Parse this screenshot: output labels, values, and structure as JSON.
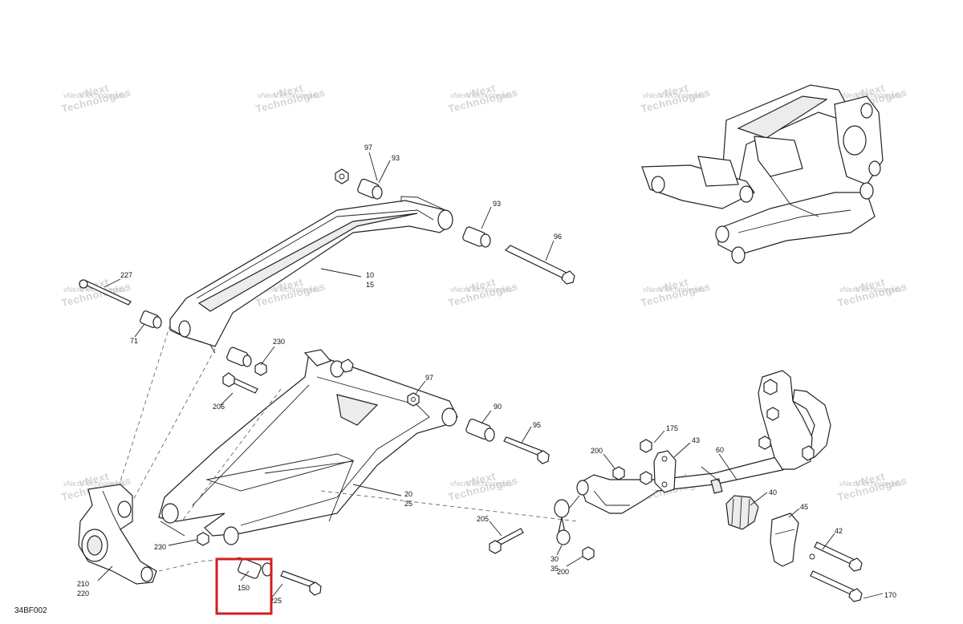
{
  "watermark": {
    "line1": "vNext",
    "line2": "Technologies",
    "line3": "vNext Technologies"
  },
  "diagram_code": "34BF002",
  "callouts": [
    {
      "id": "c97a",
      "text": "97"
    },
    {
      "id": "c93a",
      "text": "93"
    },
    {
      "id": "c93b",
      "text": "93"
    },
    {
      "id": "c96",
      "text": "96"
    },
    {
      "id": "c227",
      "text": "227"
    },
    {
      "id": "c71",
      "text": "71"
    },
    {
      "id": "c10",
      "text": "10"
    },
    {
      "id": "c15",
      "text": "15"
    },
    {
      "id": "c230a",
      "text": "230"
    },
    {
      "id": "c206",
      "text": "206"
    },
    {
      "id": "c97b",
      "text": "97"
    },
    {
      "id": "c90",
      "text": "90"
    },
    {
      "id": "c95",
      "text": "95"
    },
    {
      "id": "c175",
      "text": "175"
    },
    {
      "id": "c43",
      "text": "43"
    },
    {
      "id": "c200a",
      "text": "200"
    },
    {
      "id": "c60",
      "text": "60"
    },
    {
      "id": "c20",
      "text": "20"
    },
    {
      "id": "c25",
      "text": "25"
    },
    {
      "id": "c40",
      "text": "40"
    },
    {
      "id": "c45",
      "text": "45"
    },
    {
      "id": "c205",
      "text": "205"
    },
    {
      "id": "c42",
      "text": "42"
    },
    {
      "id": "c230b",
      "text": "230"
    },
    {
      "id": "c30",
      "text": "30"
    },
    {
      "id": "c35",
      "text": "35"
    },
    {
      "id": "c200b",
      "text": "200"
    },
    {
      "id": "c210",
      "text": "210"
    },
    {
      "id": "c220",
      "text": "220"
    },
    {
      "id": "c150",
      "text": "150"
    },
    {
      "id": "c225",
      "text": "225"
    },
    {
      "id": "c170",
      "text": "170"
    }
  ],
  "highlight": {
    "label": "150",
    "color": "#d21f1f"
  }
}
